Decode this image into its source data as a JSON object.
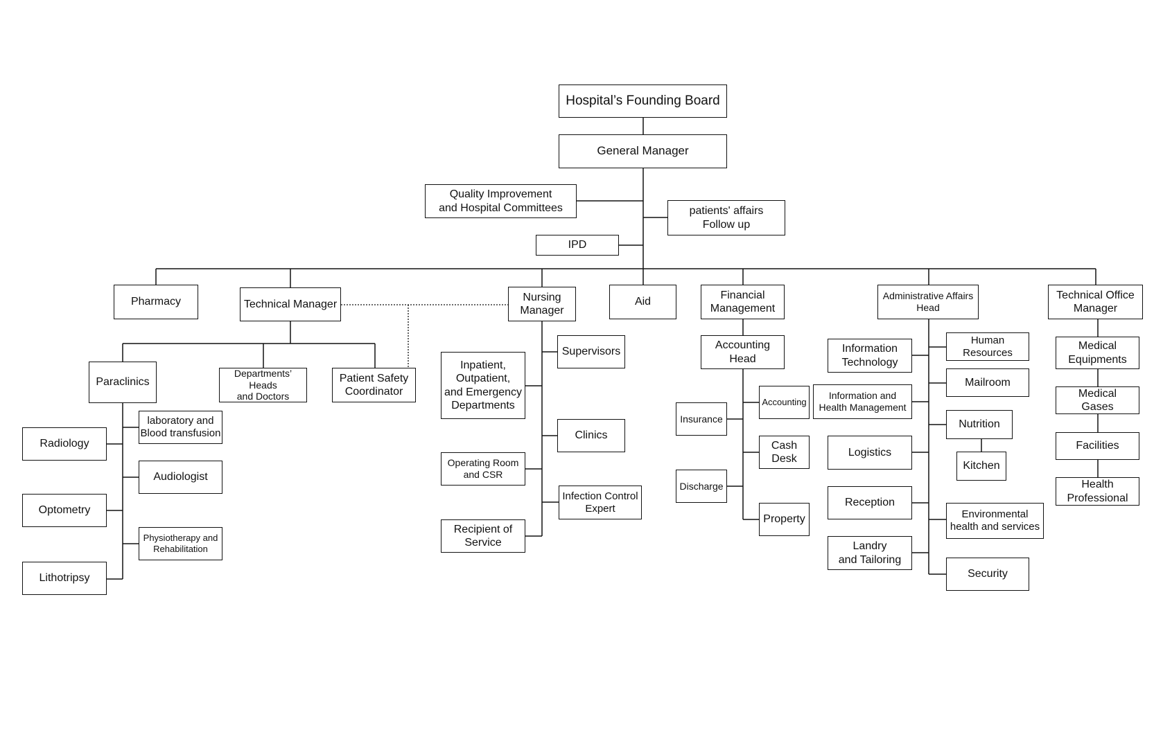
{
  "org": {
    "board": "Hospital’s Founding Board",
    "gm": "General Manager",
    "quality": "Quality Improvement\nand Hospital Committees",
    "patients_affairs": "patients' affairs\nFollow up",
    "ipd": "IPD",
    "pharmacy": "Pharmacy",
    "tech_manager": "Technical Manager",
    "nursing_manager": "Nursing\nManager",
    "aid": "Aid",
    "financial": "Financial\nManagement",
    "admin_head": "Administrative Affairs\nHead",
    "tech_office": "Technical Office\nManager",
    "paraclinics": "Paraclinics",
    "dept_heads": "Departments’ Heads\nand Doctors",
    "patient_safety": "Patient Safety\nCoordinator",
    "lab": "laboratory and\nBlood transfusion",
    "audiologist": "Audiologist",
    "physio": "Physiotherapy and\nRehabilitation",
    "radiology": "Radiology",
    "optometry": "Optometry",
    "lithotripsy": "Lithotripsy",
    "supervisors": "Supervisors",
    "inpatient": "Inpatient,\nOutpatient,\nand Emergency\nDepartments",
    "clinics": "Clinics",
    "operating": "Operating Room\nand CSR",
    "infection": "Infection Control\nExpert",
    "recipient": "Recipient of\nService",
    "accounting_head": "Accounting\nHead",
    "insurance": "Insurance",
    "discharge": "Discharge",
    "accounting": "Accounting",
    "cash_desk": "Cash\nDesk",
    "property": "Property",
    "it": "Information\nTechnology",
    "info_health": "Information and\nHealth Management",
    "logistics": "Logistics",
    "reception": "Reception",
    "landry": "Landry\nand Tailoring",
    "hr": "Human\nResources",
    "mailroom": "Mailroom",
    "nutrition": "Nutrition",
    "kitchen": "Kitchen",
    "environmental": "Environmental\nhealth and services",
    "security": "Security",
    "medical_equipments": "Medical\nEquipments",
    "medical_gases": "Medical\nGases",
    "facilities": "Facilities",
    "health_professional": "Health\nProfessional"
  }
}
